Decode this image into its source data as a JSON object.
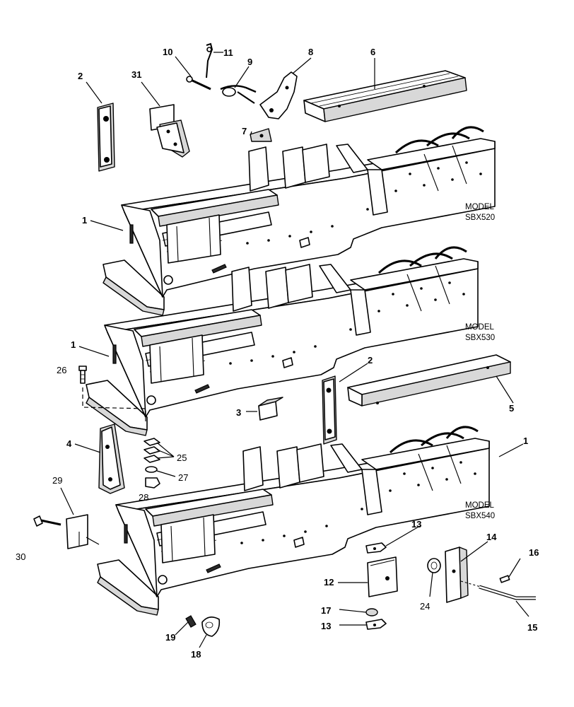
{
  "callouts": {
    "c1a": "1",
    "c1b": "1",
    "c1c": "1",
    "c2a": "2",
    "c2b": "2",
    "c3": "3",
    "c4": "4",
    "c5": "5",
    "c6": "6",
    "c7": "7",
    "c8": "8",
    "c9": "9",
    "c10": "10",
    "c11": "11",
    "c12": "12",
    "c13a": "13",
    "c13b": "13",
    "c14": "14",
    "c15": "15",
    "c16": "16",
    "c17": "17",
    "c18": "18",
    "c19": "19",
    "c24": "24",
    "c25": "25",
    "c26": "26",
    "c27": "27",
    "c28": "28",
    "c29": "29",
    "c30": "30",
    "c31": "31"
  },
  "models": {
    "m1_line1": "MODEL",
    "m1_line2": "SBX520",
    "m2_line1": "MODEL",
    "m2_line2": "SBX530",
    "m3_line1": "MODEL",
    "m3_line2": "SBX540"
  }
}
